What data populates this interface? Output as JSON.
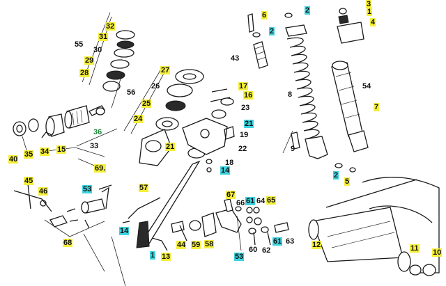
{
  "colors": {
    "yellow": "#f5ef3b",
    "cyan": "#3fd3e0",
    "green": "#1f8a3a"
  },
  "callouts": [
    {
      "id": "c-1",
      "text": "1",
      "hl": "yellow"
    },
    {
      "id": "c-2a",
      "text": "2",
      "hl": "cyan"
    },
    {
      "id": "c-2b",
      "text": "2",
      "hl": "cyan"
    },
    {
      "id": "c-2c",
      "text": "2",
      "hl": "cyan"
    },
    {
      "id": "c-3",
      "text": "3",
      "hl": "yellow"
    },
    {
      "id": "c-4",
      "text": "4",
      "hl": "yellow"
    },
    {
      "id": "c-5",
      "text": "5",
      "hl": "yellow"
    },
    {
      "id": "c-6",
      "text": "6",
      "hl": "yellow"
    },
    {
      "id": "c-7",
      "text": "7",
      "hl": "yellow"
    },
    {
      "id": "c-8",
      "text": "8",
      "hl": "none"
    },
    {
      "id": "c-9",
      "text": "9",
      "hl": "none"
    },
    {
      "id": "c-10",
      "text": "10",
      "hl": "yellow"
    },
    {
      "id": "c-11",
      "text": "11",
      "hl": "yellow"
    },
    {
      "id": "c-12",
      "text": "12",
      "hl": "yellow"
    },
    {
      "id": "c-13",
      "text": "13",
      "hl": "yellow"
    },
    {
      "id": "c-14a",
      "text": "14",
      "hl": "cyan"
    },
    {
      "id": "c-14b",
      "text": "14",
      "hl": "cyan"
    },
    {
      "id": "c-15",
      "text": "15",
      "hl": "yellow"
    },
    {
      "id": "c-16",
      "text": "16",
      "hl": "yellow"
    },
    {
      "id": "c-17",
      "text": "17",
      "hl": "yellow"
    },
    {
      "id": "c-18",
      "text": "18",
      "hl": "none"
    },
    {
      "id": "c-19",
      "text": "19",
      "hl": "none"
    },
    {
      "id": "c-21a",
      "text": "21",
      "hl": "cyan"
    },
    {
      "id": "c-21b",
      "text": "21",
      "hl": "yellow"
    },
    {
      "id": "c-22",
      "text": "22",
      "hl": "none"
    },
    {
      "id": "c-23",
      "text": "23",
      "hl": "none"
    },
    {
      "id": "c-24",
      "text": "24",
      "hl": "yellow"
    },
    {
      "id": "c-25",
      "text": "25",
      "hl": "yellow"
    },
    {
      "id": "c-26",
      "text": "26",
      "hl": "none"
    },
    {
      "id": "c-27",
      "text": "27",
      "hl": "yellow"
    },
    {
      "id": "c-28",
      "text": "28",
      "hl": "yellow"
    },
    {
      "id": "c-29",
      "text": "29",
      "hl": "yellow"
    },
    {
      "id": "c-30",
      "text": "30",
      "hl": "none"
    },
    {
      "id": "c-31",
      "text": "31",
      "hl": "yellow"
    },
    {
      "id": "c-32",
      "text": "32",
      "hl": "yellow"
    },
    {
      "id": "c-33",
      "text": "33",
      "hl": "none"
    },
    {
      "id": "c-34",
      "text": "34",
      "hl": "yellow"
    },
    {
      "id": "c-35",
      "text": "35",
      "hl": "yellow"
    },
    {
      "id": "c-36",
      "text": "36",
      "hl": "green"
    },
    {
      "id": "c-40",
      "text": "40",
      "hl": "yellow"
    },
    {
      "id": "c-43",
      "text": "43",
      "hl": "none"
    },
    {
      "id": "c-44",
      "text": "44",
      "hl": "yellow"
    },
    {
      "id": "c-45",
      "text": "45",
      "hl": "yellow"
    },
    {
      "id": "c-46",
      "text": "46",
      "hl": "yellow"
    },
    {
      "id": "c-53a",
      "text": "53",
      "hl": "cyan"
    },
    {
      "id": "c-53b",
      "text": "53",
      "hl": "cyan"
    },
    {
      "id": "c-54",
      "text": "54",
      "hl": "none"
    },
    {
      "id": "c-55",
      "text": "55",
      "hl": "none"
    },
    {
      "id": "c-56",
      "text": "56",
      "hl": "none"
    },
    {
      "id": "c-57",
      "text": "57",
      "hl": "yellow"
    },
    {
      "id": "c-58",
      "text": "58",
      "hl": "yellow"
    },
    {
      "id": "c-59",
      "text": "59",
      "hl": "yellow"
    },
    {
      "id": "c-60",
      "text": "60",
      "hl": "none"
    },
    {
      "id": "c-61a",
      "text": "61",
      "hl": "cyan"
    },
    {
      "id": "c-61b",
      "text": "61",
      "hl": "cyan"
    },
    {
      "id": "c-62",
      "text": "62",
      "hl": "none"
    },
    {
      "id": "c-63",
      "text": "63",
      "hl": "none"
    },
    {
      "id": "c-64",
      "text": "64",
      "hl": "none"
    },
    {
      "id": "c-65",
      "text": "65",
      "hl": "yellow"
    },
    {
      "id": "c-66",
      "text": "66",
      "hl": "none"
    },
    {
      "id": "c-67",
      "text": "67",
      "hl": "yellow"
    },
    {
      "id": "c-68",
      "text": "68",
      "hl": "yellow"
    },
    {
      "id": "c-69",
      "text": "69.",
      "hl": "yellow"
    },
    {
      "id": "c-1b",
      "text": "1",
      "hl": "cyan"
    }
  ]
}
